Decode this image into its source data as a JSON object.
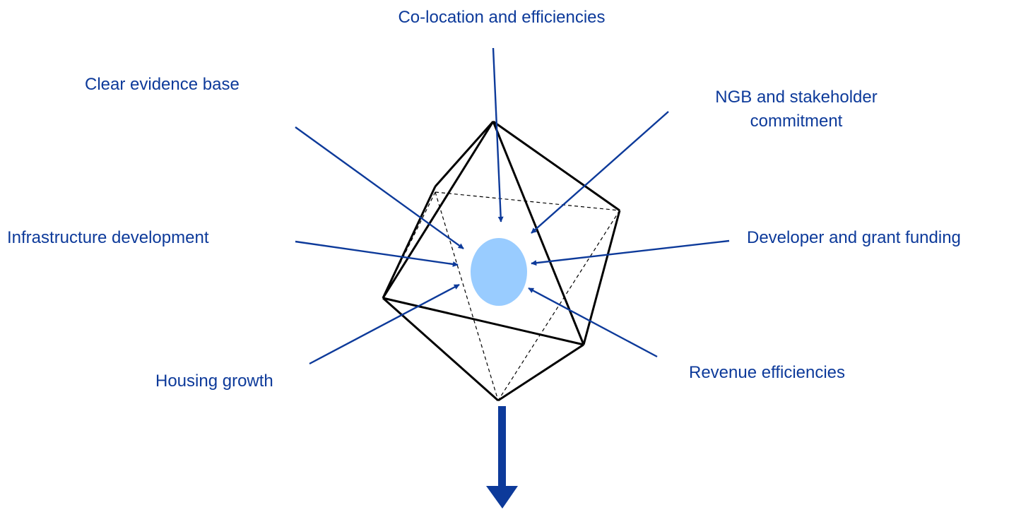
{
  "colors": {
    "label": "#0d3a9a",
    "arrow": "#0d3a9a",
    "core": "#99ccff",
    "outline": "#000000"
  },
  "labels": {
    "colocation": "Co-location and efficiencies",
    "evidence": "Clear evidence base",
    "ngb_line1": "NGB and stakeholder",
    "ngb_line2": "commitment",
    "infrastructure": "Infrastructure development",
    "developer": "Developer and grant funding",
    "housing": "Housing growth",
    "revenue": "Revenue efficiencies"
  }
}
